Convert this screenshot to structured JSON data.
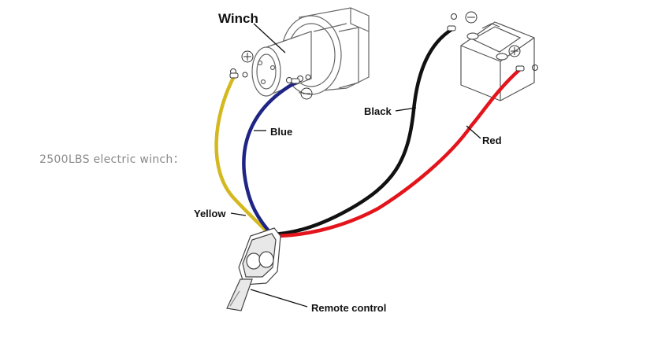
{
  "caption": "2500LBS electric winch：",
  "labels": {
    "winch": "Winch",
    "blue": "Blue",
    "black": "Black",
    "red": "Red",
    "yellow": "Yellow",
    "remote": "Remote control"
  },
  "colors": {
    "yellow_wire": "#d4b81f",
    "blue_wire": "#1f2585",
    "black_wire": "#111111",
    "red_wire": "#e3141b",
    "outline": "#555555"
  }
}
